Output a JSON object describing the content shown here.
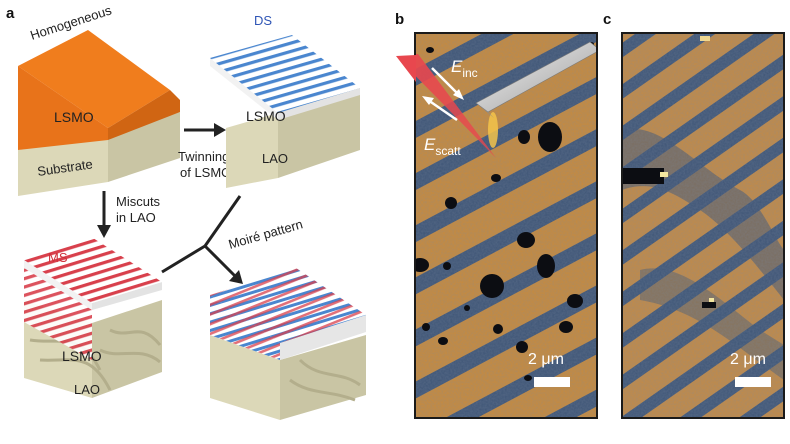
{
  "panels": {
    "a": "a",
    "b": "b",
    "c": "c"
  },
  "schematic": {
    "homogeneous_title": "Homogeneous",
    "homogeneous_film": "LSMO",
    "homogeneous_substrate": "Substrate",
    "ds_title": "DS",
    "ds_film": "LSMO",
    "ds_substrate": "LAO",
    "ms_title": "MS",
    "ms_film": "LSMO",
    "ms_substrate": "LAO",
    "moire_title": "Moiré pattern",
    "arrow_twinning_line1": "Twinning",
    "arrow_twinning_line2": "of LSMO",
    "arrow_miscuts_line1": "Miscuts",
    "arrow_miscuts_line2": "in LAO"
  },
  "nano_imaging": {
    "e_inc_base": "E",
    "e_inc_sub": "inc",
    "e_scatt_base": "E",
    "e_scatt_sub": "scatt",
    "scalebar_b": "2 μm",
    "scalebar_c": "2 μm"
  },
  "colors": {
    "film_orange": "#f07d1d",
    "substrate": "#dcd8b8",
    "ds_stripe": "#4a86cf",
    "ms_stripe": "#d8404c",
    "ds_label": "#2f55b5",
    "ms_label": "#d0303a",
    "map_orange": "#c98a3a",
    "map_blue": "#3e5576",
    "laser": "#e8474e"
  }
}
